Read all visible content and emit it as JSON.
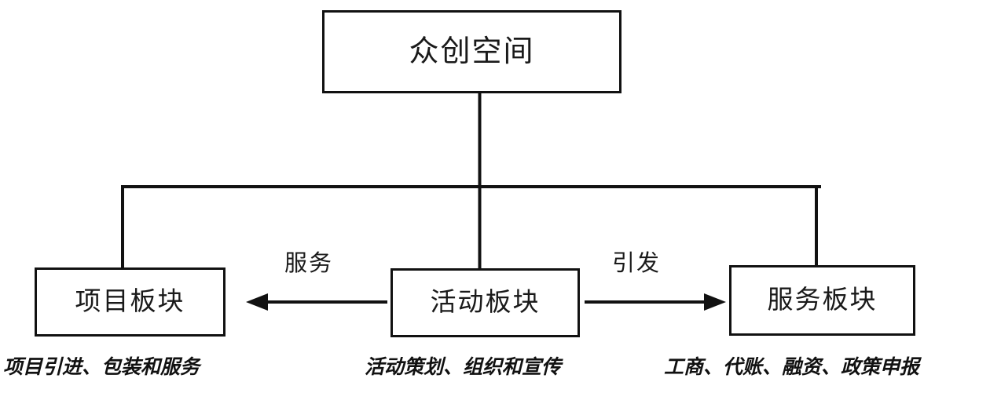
{
  "diagram": {
    "type": "org-hierarchy-flow",
    "title": "众创空间",
    "colors": {
      "stroke": "#111111",
      "text": "#1a1a1a",
      "background": "#ffffff"
    },
    "nodes": {
      "root": {
        "label": "众创空间"
      },
      "project": {
        "label": "项目板块"
      },
      "activity": {
        "label": "活动板块"
      },
      "service": {
        "label": "服务板块"
      }
    },
    "edge_labels": {
      "activity_to_project": "服务",
      "activity_to_service": "引发"
    },
    "captions": {
      "project": "项目引进、包装和服务",
      "activity": "活动策划、组织和宣传",
      "service": "工商、代账、融资、政策申报"
    }
  }
}
